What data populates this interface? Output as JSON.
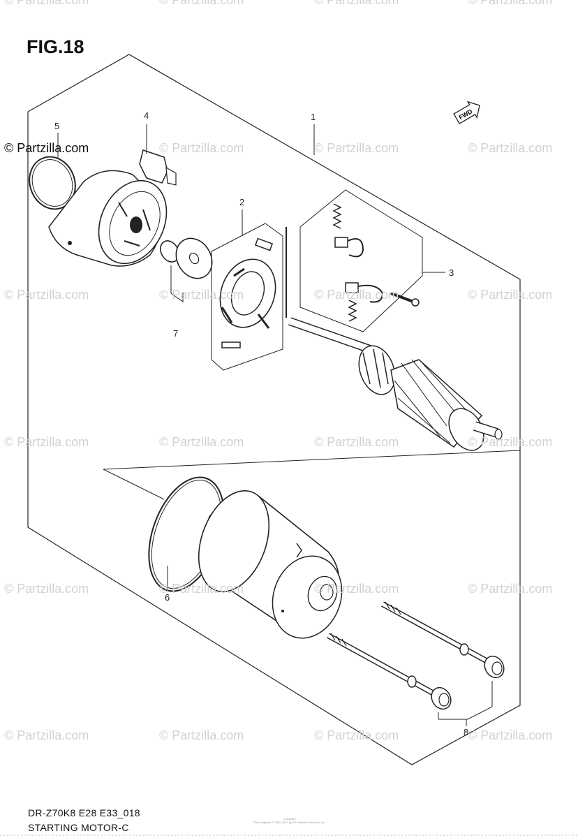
{
  "figure": {
    "title": "FIG.18",
    "code": "DR-Z70K8 E28 E33_018",
    "name": "STARTING MOTOR-C",
    "fwd_label": "FWD",
    "copyright_lines": [
      "Copyright",
      "Parts diagram © 2000-2013 by ARI Network Services, Inc."
    ]
  },
  "watermark_text": "© Partzilla.com",
  "callouts": [
    "1",
    "2",
    "3",
    "4",
    "5",
    "6",
    "7",
    "8"
  ]
}
